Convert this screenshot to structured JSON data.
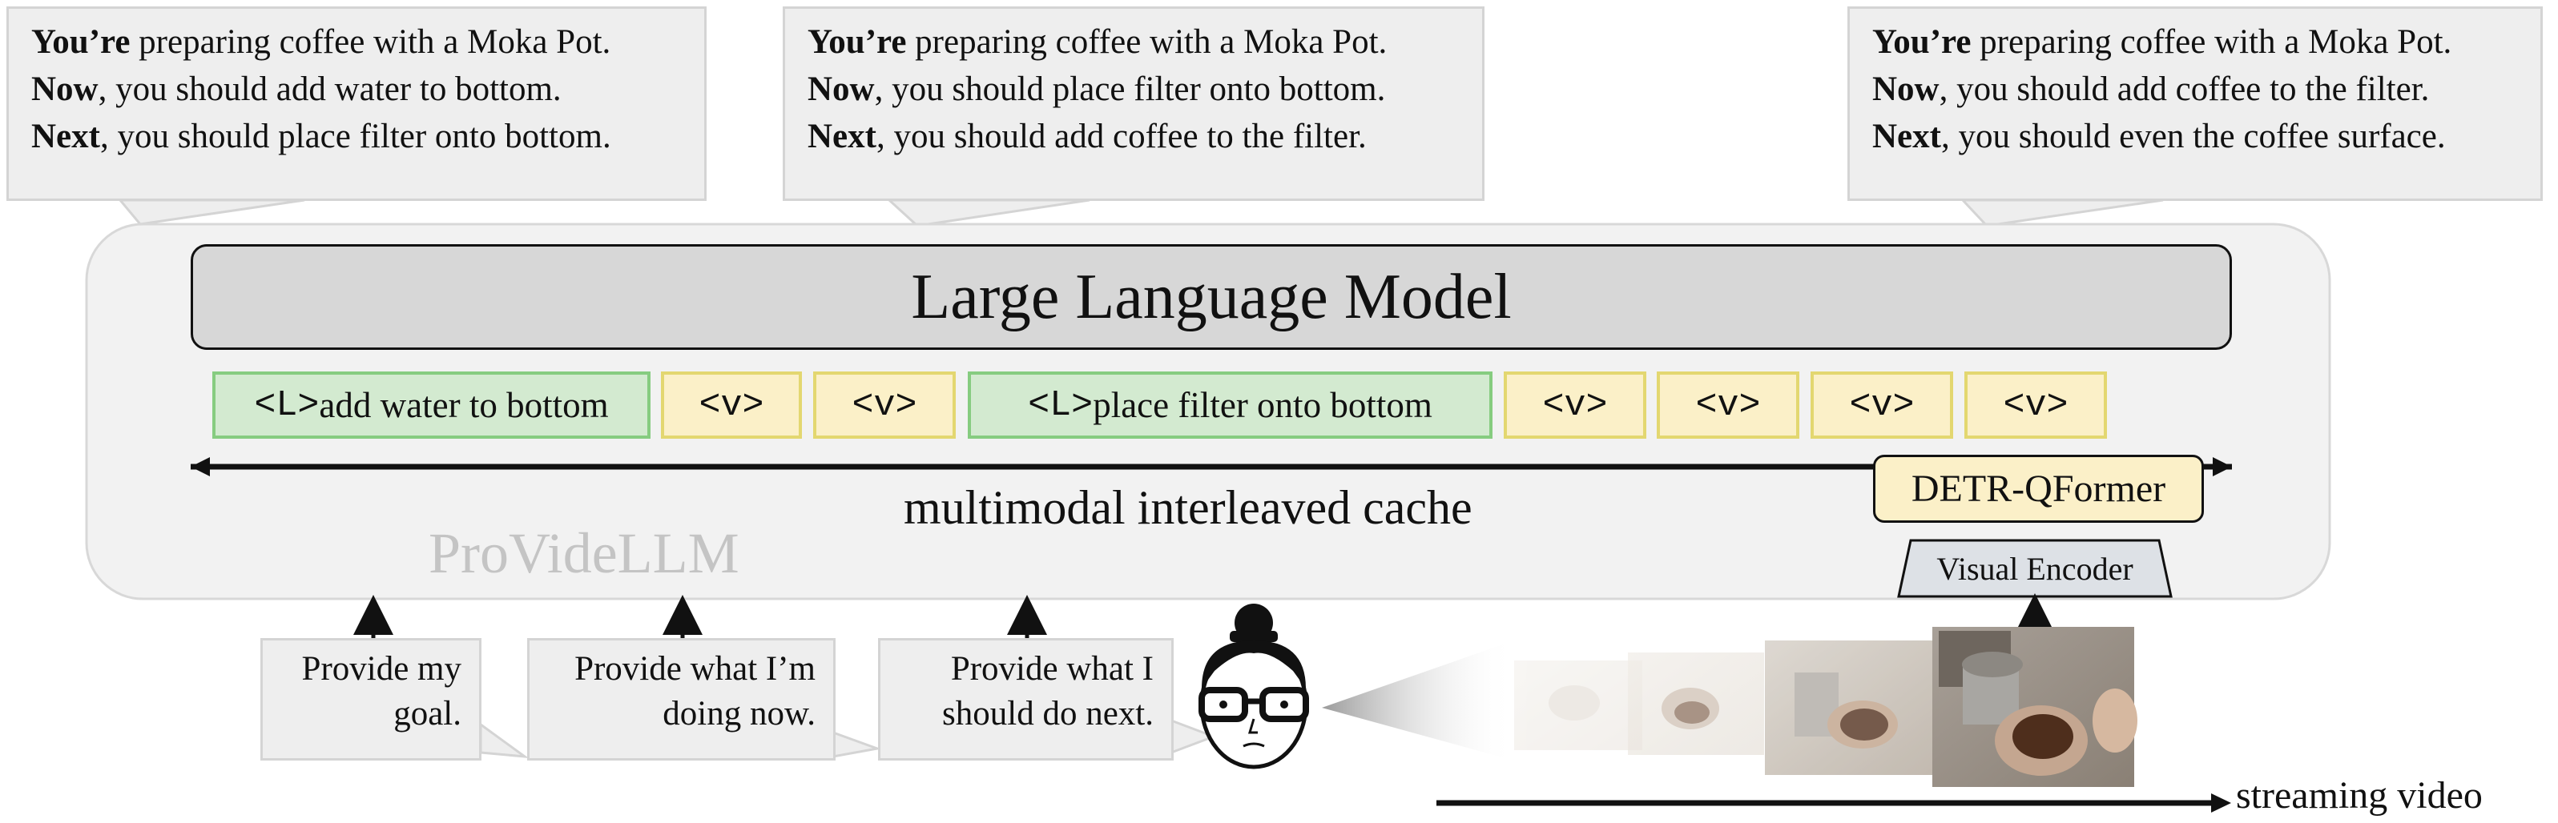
{
  "bubbles": [
    {
      "line1": {
        "bold": "You’re",
        "rest": " preparing coffee with a Moka Pot."
      },
      "line2": {
        "bold": "Now",
        "rest": ", you should add water to bottom."
      },
      "line3": {
        "bold": "Next",
        "rest": ", you should place filter onto bottom."
      }
    },
    {
      "line1": {
        "bold": "You’re",
        "rest": " preparing coffee with a Moka Pot."
      },
      "line2": {
        "bold": "Now",
        "rest": ", you should place filter onto bottom."
      },
      "line3": {
        "bold": "Next",
        "rest": ", you should add coffee to the filter."
      }
    },
    {
      "line1": {
        "bold": "You’re",
        "rest": " preparing coffee with a Moka Pot."
      },
      "line2": {
        "bold": "Now",
        "rest": ", you should add coffee to the filter."
      },
      "line3": {
        "bold": "Next",
        "rest": ", you should even the coffee surface."
      }
    }
  ],
  "llm_label": "Large Language Model",
  "tokens": [
    {
      "tag": "<L>",
      "text": "add water to bottom"
    },
    {
      "tag": "<v>",
      "text": ""
    },
    {
      "tag": "<v>",
      "text": ""
    },
    {
      "tag": "<L>",
      "text": "place filter onto bottom"
    },
    {
      "tag": "<v>",
      "text": ""
    },
    {
      "tag": "<v>",
      "text": ""
    },
    {
      "tag": "<v>",
      "text": ""
    },
    {
      "tag": "<v>",
      "text": ""
    }
  ],
  "cache_label": "multimodal interleaved cache",
  "model_name": "ProVideLLM",
  "detr_label": "DETR-QFormer",
  "visual_encoder_label": "Visual Encoder",
  "prompts": [
    {
      "line1": "Provide my",
      "line2": "goal."
    },
    {
      "line1": "Provide what I’m",
      "line2": "doing now."
    },
    {
      "line1": "Provide what I",
      "line2": "should do next."
    }
  ],
  "stream_label": "streaming video",
  "colors": {
    "language_token_fill": "#d3ead0",
    "language_token_border": "#86cc80",
    "visual_token_fill": "#fbf0c8",
    "visual_token_border": "#e3d770",
    "llm_fill": "#d7d7d7",
    "container_fill": "#f2f2f2",
    "bubble_fill": "#eeeeee"
  },
  "icons": [
    "user-avatar-icon",
    "frame-thumbnail"
  ]
}
